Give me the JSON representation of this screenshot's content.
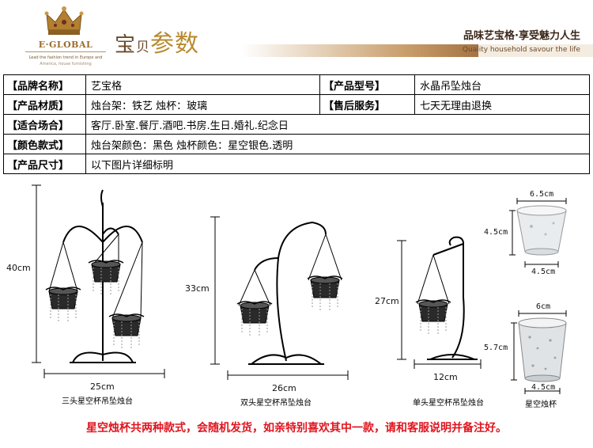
{
  "header": {
    "brand": "E·GLOBAL",
    "brand_sub1": "Lead the fashion trend in Europe and",
    "brand_sub2": "America, house furnishing",
    "title_part1": "宝",
    "title_part2": "贝",
    "title_part3": "参数",
    "slogan": "品味艺宝格·享受魅力人生",
    "slogan_en": "Quality household savour the life"
  },
  "spec_table": {
    "rows": [
      {
        "label": "【品牌名称】",
        "value": "艺宝格",
        "label2": "【产品型号】",
        "value2": "水晶吊坠烛台"
      },
      {
        "label": "【产品材质】",
        "value": "烛台架：铁艺  烛杯：玻璃",
        "label2": "【售后服务】",
        "value2": "七天无理由退换"
      },
      {
        "label": "【适合场合】",
        "value": "客厅.卧室.餐厅.酒吧.书房.生日.婚礼.纪念日"
      },
      {
        "label": "【颜色款式】",
        "value": "烛台架颜色：黑色        烛杯颜色：星空银色.透明"
      },
      {
        "label": "【产品尺寸】",
        "value": "以下图片详细标明"
      }
    ]
  },
  "products": {
    "triple": {
      "height": "40cm",
      "width": "25cm",
      "caption": "三头星空杯吊坠烛台"
    },
    "double": {
      "height": "33cm",
      "width": "26cm",
      "caption": "双头星空杯吊坠烛台"
    },
    "single": {
      "height": "27cm",
      "width": "12cm",
      "caption": "单头星空杯吊坠烛台"
    },
    "cup_clear": {
      "top": "6.5cm",
      "height": "4.5cm",
      "bottom": "4.5cm"
    },
    "cup_starry": {
      "top": "6cm",
      "height": "5.7cm",
      "bottom": "4.5cm",
      "caption": "星空烛杯"
    }
  },
  "notice": "星空烛杯共两种款式，会随机发货，如亲特别喜欢其中一款，请和客服说明并备注好。"
}
